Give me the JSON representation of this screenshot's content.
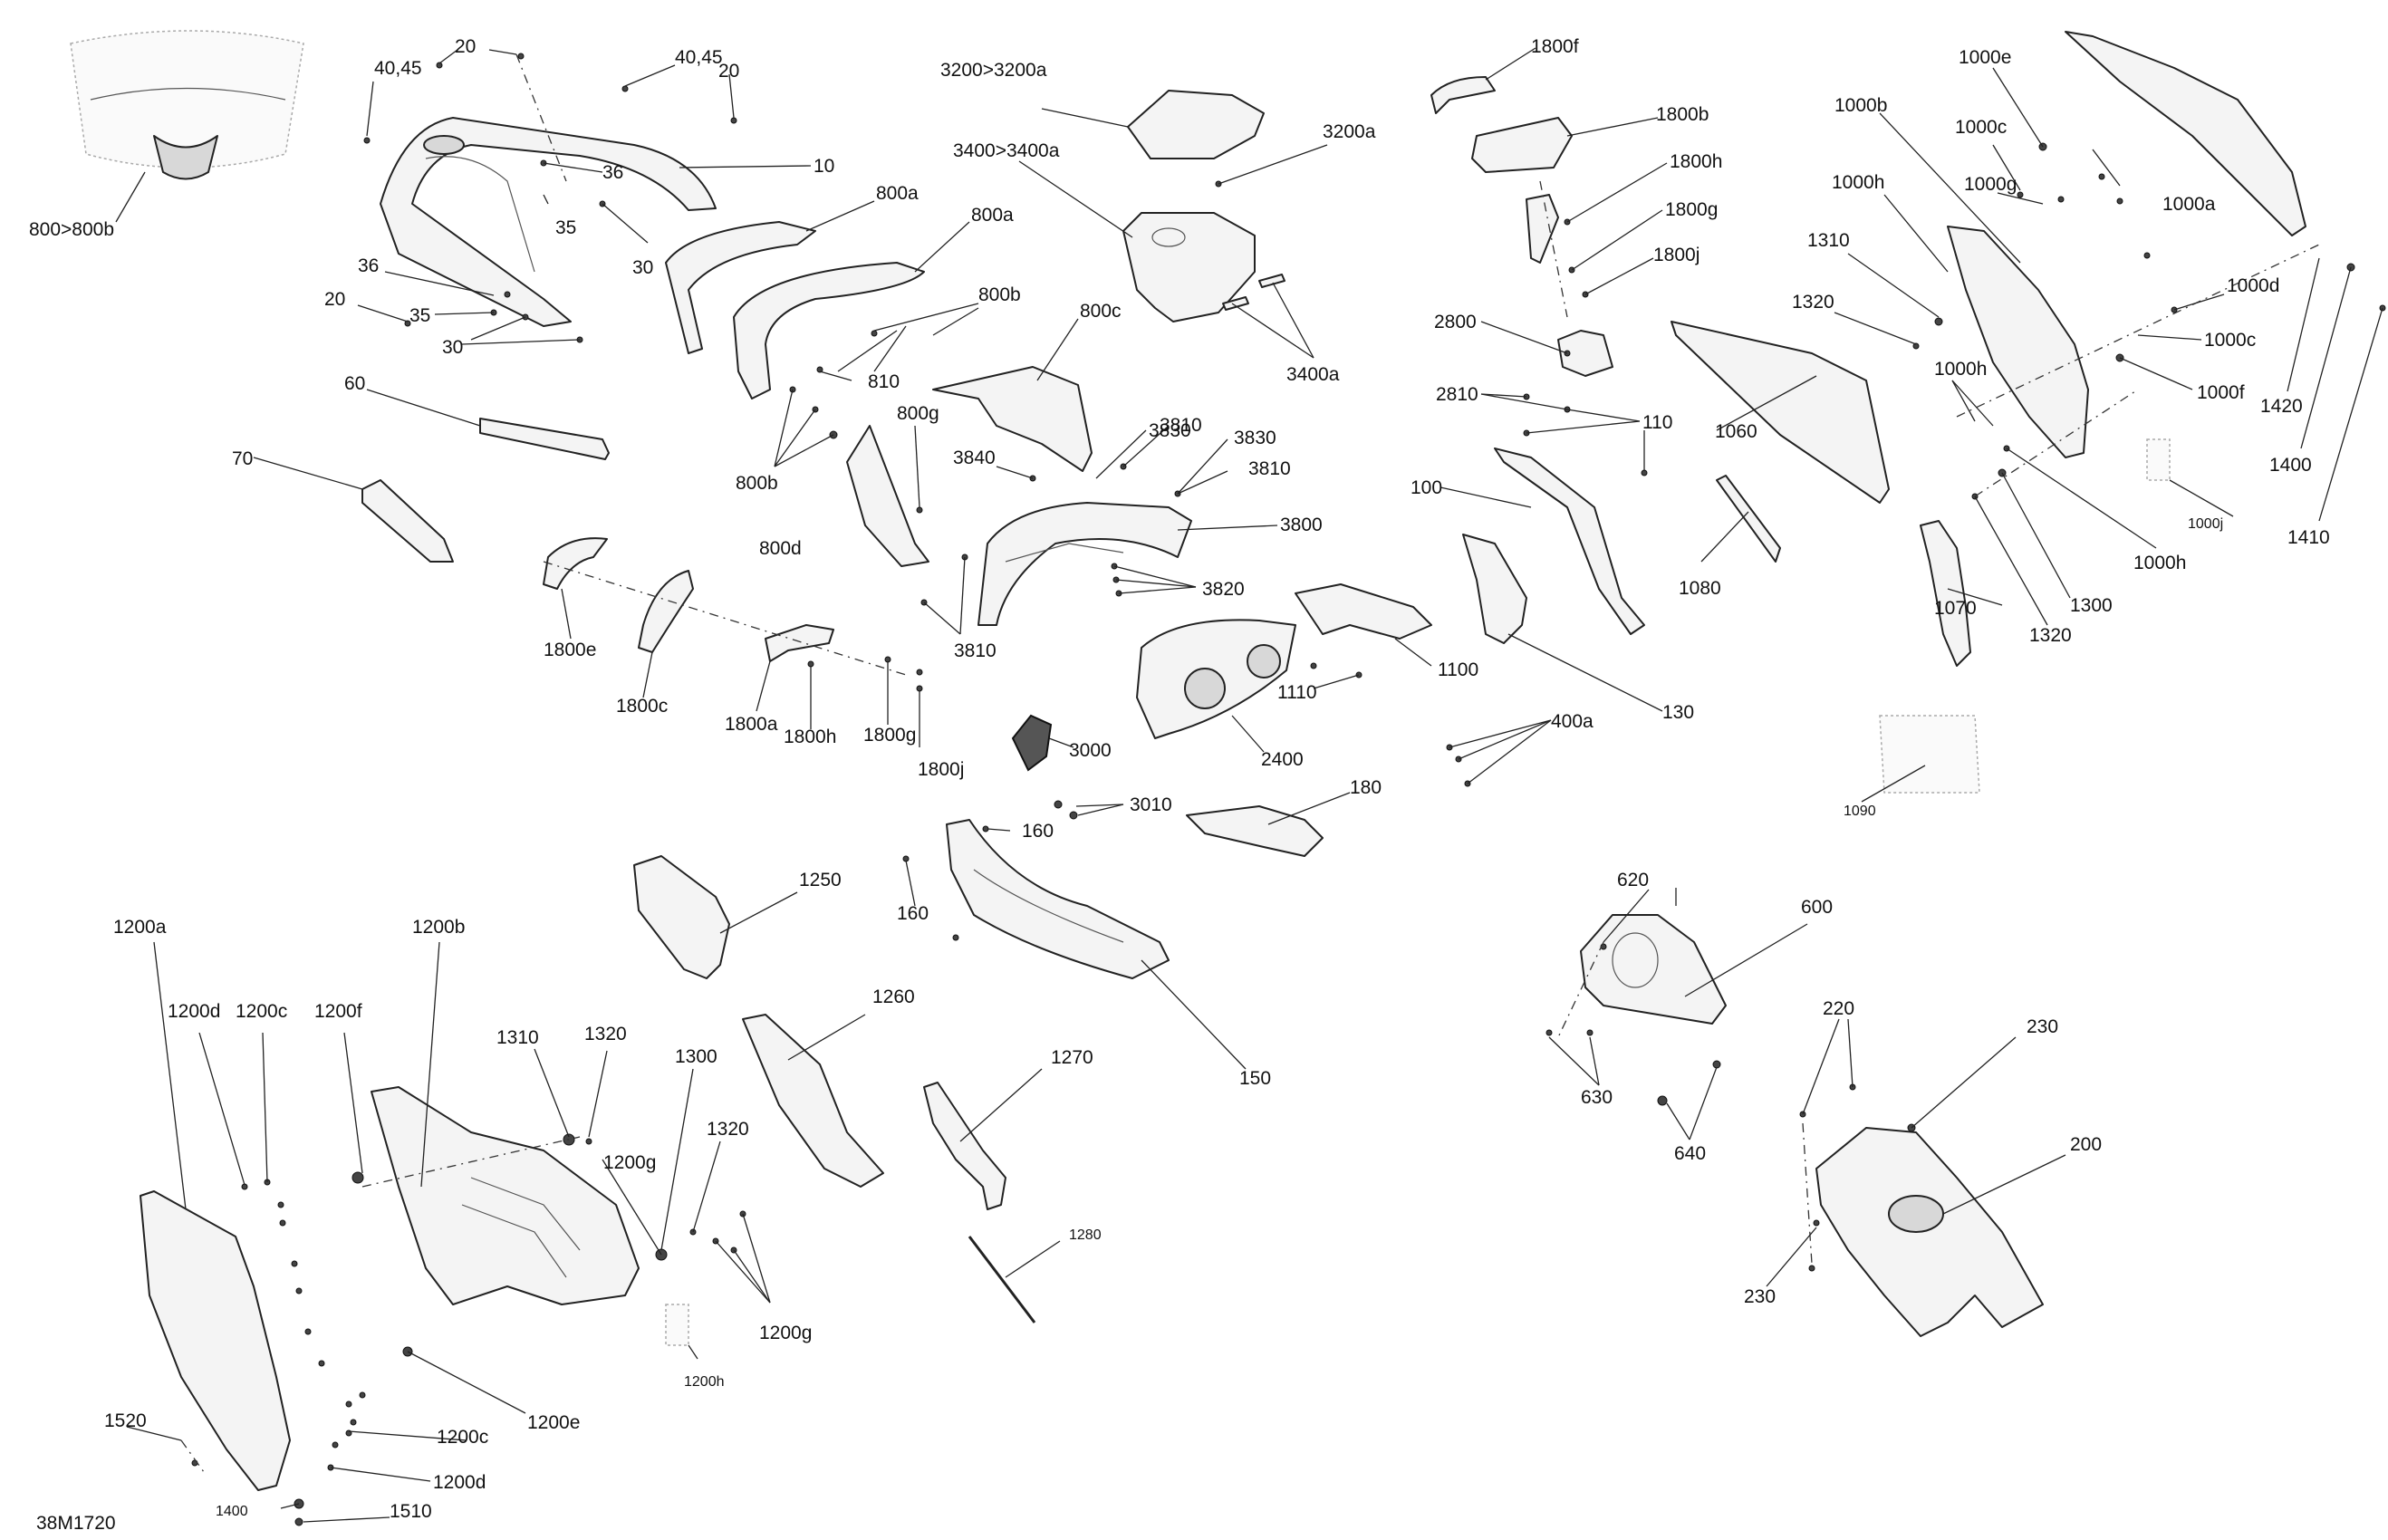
{
  "diagram_id": "38M1720",
  "callouts": [
    {
      "id": "c-800-800b",
      "text": "800>800b"
    },
    {
      "id": "c-40-45-a",
      "text": "40,45"
    },
    {
      "id": "c-20-a",
      "text": "20"
    },
    {
      "id": "c-40-45-b",
      "text": "40,45"
    },
    {
      "id": "c-20-b",
      "text": "20"
    },
    {
      "id": "c-10",
      "text": "10"
    },
    {
      "id": "c-36-a",
      "text": "36"
    },
    {
      "id": "c-35-a",
      "text": "35"
    },
    {
      "id": "c-30-a",
      "text": "30"
    },
    {
      "id": "c-36-b",
      "text": "36"
    },
    {
      "id": "c-20-c",
      "text": "20"
    },
    {
      "id": "c-35-b",
      "text": "35"
    },
    {
      "id": "c-30-b",
      "text": "30"
    },
    {
      "id": "c-60",
      "text": "60"
    },
    {
      "id": "c-70",
      "text": "70"
    },
    {
      "id": "c-800a-a",
      "text": "800a"
    },
    {
      "id": "c-800a-b",
      "text": "800a"
    },
    {
      "id": "c-800b-a",
      "text": "800b"
    },
    {
      "id": "c-800b-b",
      "text": "800b"
    },
    {
      "id": "c-810",
      "text": "810"
    },
    {
      "id": "c-800g",
      "text": "800g"
    },
    {
      "id": "c-800d",
      "text": "800d"
    },
    {
      "id": "c-800c",
      "text": "800c"
    },
    {
      "id": "c-3200-3200a",
      "text": "3200>3200a"
    },
    {
      "id": "c-3400-3400a",
      "text": "3400>3400a"
    },
    {
      "id": "c-3200a",
      "text": "3200a"
    },
    {
      "id": "c-3400a",
      "text": "3400a"
    },
    {
      "id": "c-3830-a",
      "text": "3830"
    },
    {
      "id": "c-3810-a",
      "text": "3810"
    },
    {
      "id": "c-3830-b",
      "text": "3830"
    },
    {
      "id": "c-3840",
      "text": "3840"
    },
    {
      "id": "c-3810-b",
      "text": "3810"
    },
    {
      "id": "c-3800",
      "text": "3800"
    },
    {
      "id": "c-3820",
      "text": "3820"
    },
    {
      "id": "c-3810-c",
      "text": "3810"
    },
    {
      "id": "c-1800e",
      "text": "1800e"
    },
    {
      "id": "c-1800c",
      "text": "1800c"
    },
    {
      "id": "c-1800a",
      "text": "1800a"
    },
    {
      "id": "c-1800h",
      "text": "1800h"
    },
    {
      "id": "c-1800g",
      "text": "1800g"
    },
    {
      "id": "c-1800j",
      "text": "1800j"
    },
    {
      "id": "c-1110",
      "text": "1110"
    },
    {
      "id": "c-2400",
      "text": "2400"
    },
    {
      "id": "c-1100",
      "text": "1100"
    },
    {
      "id": "c-3000",
      "text": "3000"
    },
    {
      "id": "c-3010",
      "text": "3010"
    },
    {
      "id": "c-160-a",
      "text": "160"
    },
    {
      "id": "c-160-b",
      "text": "160"
    },
    {
      "id": "c-180",
      "text": "180"
    },
    {
      "id": "c-150",
      "text": "150"
    },
    {
      "id": "c-1800f",
      "text": "1800f"
    },
    {
      "id": "c-1800b",
      "text": "1800b"
    },
    {
      "id": "c-1800h-r",
      "text": "1800h"
    },
    {
      "id": "c-1800g-r",
      "text": "1800g"
    },
    {
      "id": "c-1800j-r",
      "text": "1800j"
    },
    {
      "id": "c-2800",
      "text": "2800"
    },
    {
      "id": "c-2810",
      "text": "2810"
    },
    {
      "id": "c-110",
      "text": "110"
    },
    {
      "id": "c-100",
      "text": "100"
    },
    {
      "id": "c-130",
      "text": "130"
    },
    {
      "id": "c-400a",
      "text": "400a"
    },
    {
      "id": "c-1060",
      "text": "1060"
    },
    {
      "id": "c-1080",
      "text": "1080"
    },
    {
      "id": "c-1090",
      "text": "1090"
    },
    {
      "id": "c-1000e",
      "text": "1000e"
    },
    {
      "id": "c-1000b",
      "text": "1000b"
    },
    {
      "id": "c-1000c-a",
      "text": "1000c"
    },
    {
      "id": "c-1000h-a",
      "text": "1000h"
    },
    {
      "id": "c-1000g",
      "text": "1000g"
    },
    {
      "id": "c-1000a",
      "text": "1000a"
    },
    {
      "id": "c-1310-r",
      "text": "1310"
    },
    {
      "id": "c-1320-r",
      "text": "1320"
    },
    {
      "id": "c-1000d",
      "text": "1000d"
    },
    {
      "id": "c-1000c-b",
      "text": "1000c"
    },
    {
      "id": "c-1000h-b",
      "text": "1000h"
    },
    {
      "id": "c-1000f",
      "text": "1000f"
    },
    {
      "id": "c-1420",
      "text": "1420"
    },
    {
      "id": "c-1400-r",
      "text": "1400"
    },
    {
      "id": "c-1410",
      "text": "1410"
    },
    {
      "id": "c-1000j",
      "text": "1000j"
    },
    {
      "id": "c-1000h-c",
      "text": "1000h"
    },
    {
      "id": "c-1300-r",
      "text": "1300"
    },
    {
      "id": "c-1320-r2",
      "text": "1320"
    },
    {
      "id": "c-1070",
      "text": "1070"
    },
    {
      "id": "c-620",
      "text": "620"
    },
    {
      "id": "c-600",
      "text": "600"
    },
    {
      "id": "c-630",
      "text": "630"
    },
    {
      "id": "c-640",
      "text": "640"
    },
    {
      "id": "c-220",
      "text": "220"
    },
    {
      "id": "c-230-a",
      "text": "230"
    },
    {
      "id": "c-200",
      "text": "200"
    },
    {
      "id": "c-230-b",
      "text": "230"
    },
    {
      "id": "c-1250",
      "text": "1250"
    },
    {
      "id": "c-1260",
      "text": "1260"
    },
    {
      "id": "c-1270",
      "text": "1270"
    },
    {
      "id": "c-1280",
      "text": "1280"
    },
    {
      "id": "c-1200a",
      "text": "1200a"
    },
    {
      "id": "c-1200b",
      "text": "1200b"
    },
    {
      "id": "c-1200d-a",
      "text": "1200d"
    },
    {
      "id": "c-1200c-a",
      "text": "1200c"
    },
    {
      "id": "c-1200f",
      "text": "1200f"
    },
    {
      "id": "c-1310-l",
      "text": "1310"
    },
    {
      "id": "c-1320-l",
      "text": "1320"
    },
    {
      "id": "c-1300-l",
      "text": "1300"
    },
    {
      "id": "c-1200g-a",
      "text": "1200g"
    },
    {
      "id": "c-1320-l2",
      "text": "1320"
    },
    {
      "id": "c-1200g-b",
      "text": "1200g"
    },
    {
      "id": "c-1200h",
      "text": "1200h"
    },
    {
      "id": "c-1200e",
      "text": "1200e"
    },
    {
      "id": "c-1200c-b",
      "text": "1200c"
    },
    {
      "id": "c-1200d-b",
      "text": "1200d"
    },
    {
      "id": "c-1520",
      "text": "1520"
    },
    {
      "id": "c-1400-l",
      "text": "1400"
    },
    {
      "id": "c-1510",
      "text": "1510"
    }
  ]
}
